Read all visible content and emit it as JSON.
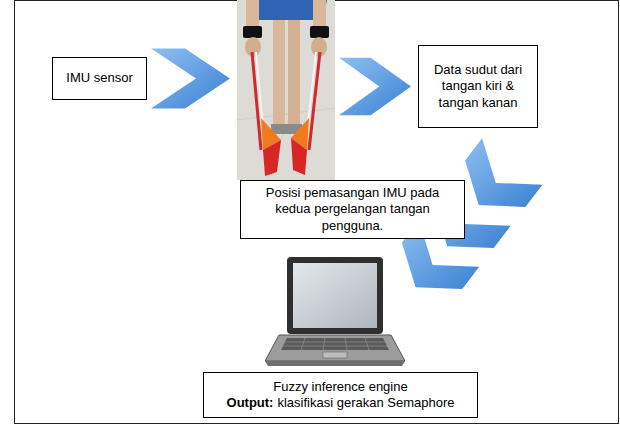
{
  "diagram": {
    "nodes": [
      {
        "text": [
          "IMU sensor"
        ]
      },
      {
        "text": [
          "Posisi pemasangan IMU pada kedua pergelangan tangan pengguna."
        ]
      },
      {
        "text": [
          "Data sudut dari tangan kiri & tangan kanan"
        ]
      },
      {
        "text": [
          "Fuzzy inference engine",
          "Output:",
          "klasifikasi gerakan Semaphore"
        ]
      }
    ],
    "edges": [
      {
        "from": 0,
        "to": 1,
        "arrow": "to"
      },
      {
        "from": 1,
        "to": 2,
        "arrow": "to"
      },
      {
        "from": 2,
        "to": 3,
        "arrow": "to"
      }
    ]
  }
}
